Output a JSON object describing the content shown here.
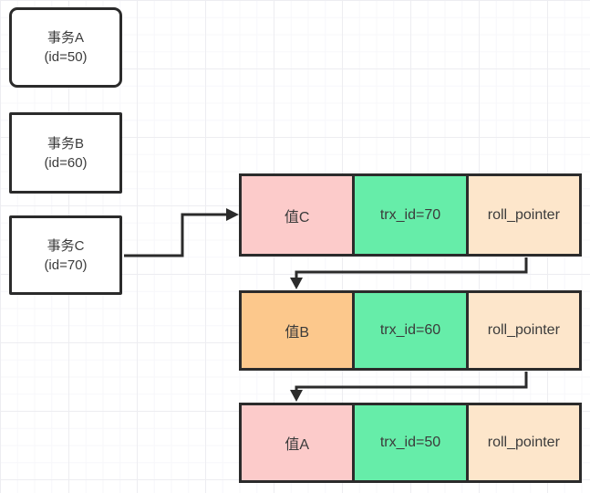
{
  "transactions": [
    {
      "name": "事务A",
      "id": "(id=50)"
    },
    {
      "name": "事务B",
      "id": "(id=60)"
    },
    {
      "name": "事务C",
      "id": "(id=70)"
    }
  ],
  "versions": [
    {
      "value": "值C",
      "trx_id": "trx_id=70",
      "roll_pointer": "roll_pointer",
      "value_color": "#fccbca"
    },
    {
      "value": "值B",
      "trx_id": "trx_id=60",
      "roll_pointer": "roll_pointer",
      "value_color": "#fcc88c"
    },
    {
      "value": "值A",
      "trx_id": "trx_id=50",
      "roll_pointer": "roll_pointer",
      "value_color": "#fccbca"
    }
  ],
  "colors": {
    "trx_cell": "#66eda9",
    "roll_cell": "#fde6cb",
    "value_pink": "#fccbca",
    "value_orange": "#fcc88c",
    "line": "#2b2b2b"
  }
}
